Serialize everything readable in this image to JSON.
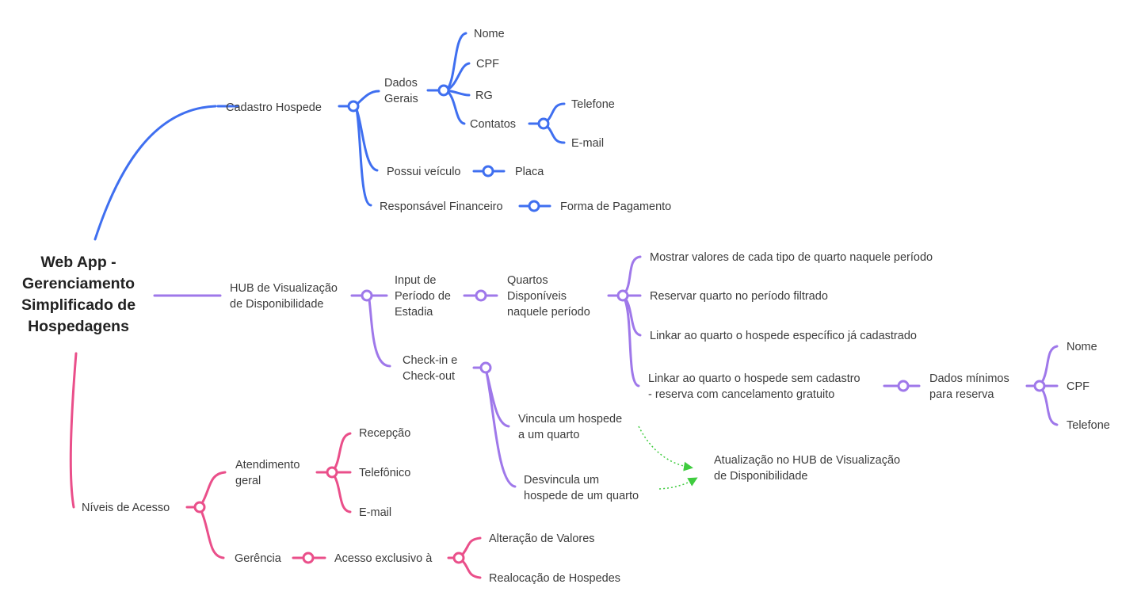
{
  "root": "Web App - Gerenciamento Simplificado de Hospedagens",
  "colors": {
    "blue": "#3f6ff0",
    "purple": "#9f78ea",
    "pink": "#ea4f8a",
    "dash": "#3fcc3f"
  },
  "nodes": {
    "cadastro": "Cadastro Hospede",
    "dados_gerais_1": "Dados",
    "dados_gerais_2": "Gerais",
    "nome": "Nome",
    "cpf": "CPF",
    "rg": "RG",
    "contatos": "Contatos",
    "telefone": "Telefone",
    "email": "E-mail",
    "veiculo": "Possui veículo",
    "placa": "Placa",
    "resp_fin": "Responsável Financeiro",
    "forma_pag": "Forma de Pagamento",
    "hub_1": "HUB de Visualização",
    "hub_2": "de Disponibilidade",
    "input_1": "Input de",
    "input_2": "Período de",
    "input_3": "Estadia",
    "quartos_1": "Quartos",
    "quartos_2": "Disponíveis",
    "quartos_3": "naquele período",
    "mostrar": "Mostrar valores de cada tipo de quarto naquele período",
    "reservar": "Reservar quarto no período filtrado",
    "linkar_cad": "Linkar ao quarto o hospede específico já cadastrado",
    "linkar_sem_1": "Linkar ao quarto o hospede sem cadastro",
    "linkar_sem_2": "- reserva  com cancelamento gratuito",
    "dados_min_1": "Dados mínimos",
    "dados_min_2": "para reserva",
    "nome2": "Nome",
    "cpf2": "CPF",
    "telefone2": "Telefone",
    "checkin_1": "Check-in e",
    "checkin_2": "Check-out",
    "vincula_1": "Vincula um hospede",
    "vincula_2": "a um quarto",
    "desvincula_1": "Desvincula um",
    "desvincula_2": "hospede de um quarto",
    "atualizacao_1": "Atualização no HUB de Visualização",
    "atualizacao_2": "de Disponibilidade",
    "niveis": "Níveis de Acesso",
    "atendimento_1": "Atendimento",
    "atendimento_2": "geral",
    "recepcao": "Recepção",
    "telefonico": "Telefônico",
    "email2": "E-mail",
    "gerencia": "Gerência",
    "acesso": "Acesso exclusivo à",
    "alteracao": "Alteração de Valores",
    "realocacao": "Realocação de Hospedes"
  }
}
